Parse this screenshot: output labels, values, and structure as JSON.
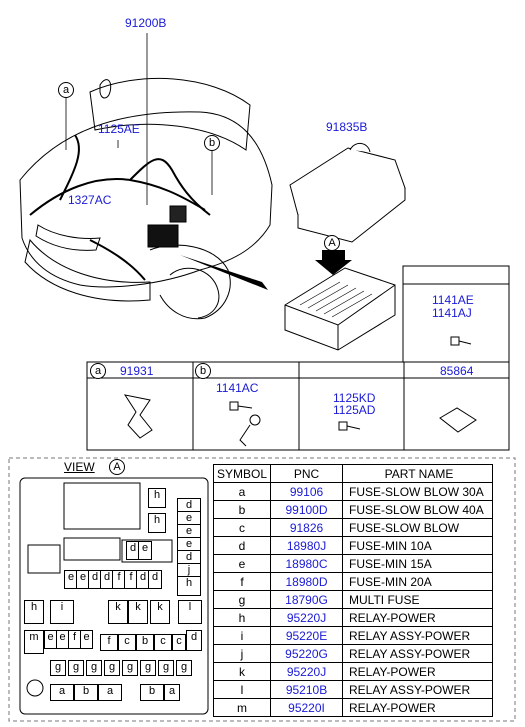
{
  "callouts": {
    "harness_main": "91200B",
    "bolt_1": "1125AE",
    "bolt_2": "1327AC",
    "junction_box": "91835B",
    "cell_1141": "1141AE",
    "cell_1141b": "1141AJ"
  },
  "symbols": {
    "a": "a",
    "b": "b",
    "A": "A"
  },
  "part_row": {
    "cell_a_sym": "a",
    "cell_a_pnc": "91931",
    "cell_b_sym": "b",
    "cell_b_pnc": "1141AC",
    "cell_c_pnc1": "1125KD",
    "cell_c_pnc2": "1125AD",
    "cell_d_pnc": "85864"
  },
  "view": {
    "label": "VIEW",
    "symbol": "A"
  },
  "table": {
    "headers": {
      "symbol": "SYMBOL",
      "pnc": "PNC",
      "name": "PART NAME"
    },
    "rows": [
      {
        "sym": "a",
        "pnc": "99106",
        "name": "FUSE-SLOW BLOW 30A"
      },
      {
        "sym": "b",
        "pnc": "99100D",
        "name": "FUSE-SLOW BLOW 40A"
      },
      {
        "sym": "c",
        "pnc": "91826",
        "name": "FUSE-SLOW BLOW"
      },
      {
        "sym": "d",
        "pnc": "18980J",
        "name": "FUSE-MIN 10A"
      },
      {
        "sym": "e",
        "pnc": "18980C",
        "name": "FUSE-MIN 15A"
      },
      {
        "sym": "f",
        "pnc": "18980D",
        "name": "FUSE-MIN 20A"
      },
      {
        "sym": "g",
        "pnc": "18790G",
        "name": "MULTI FUSE"
      },
      {
        "sym": "h",
        "pnc": "95220J",
        "name": "RELAY-POWER"
      },
      {
        "sym": "i",
        "pnc": "95220E",
        "name": "RELAY ASSY-POWER"
      },
      {
        "sym": "j",
        "pnc": "95220G",
        "name": "RELAY ASSY-POWER"
      },
      {
        "sym": "k",
        "pnc": "95220J",
        "name": "RELAY-POWER"
      },
      {
        "sym": "l",
        "pnc": "95210B",
        "name": "RELAY ASSY-POWER"
      },
      {
        "sym": "m",
        "pnc": "95220I",
        "name": "RELAY-POWER"
      }
    ]
  },
  "fuse_box": {
    "h": "h",
    "d": "d",
    "e": "e",
    "f": "f",
    "g": "g",
    "i": "i",
    "j": "j",
    "k": "k",
    "l": "l",
    "m": "m",
    "c": "c",
    "a": "a",
    "b": "b"
  }
}
